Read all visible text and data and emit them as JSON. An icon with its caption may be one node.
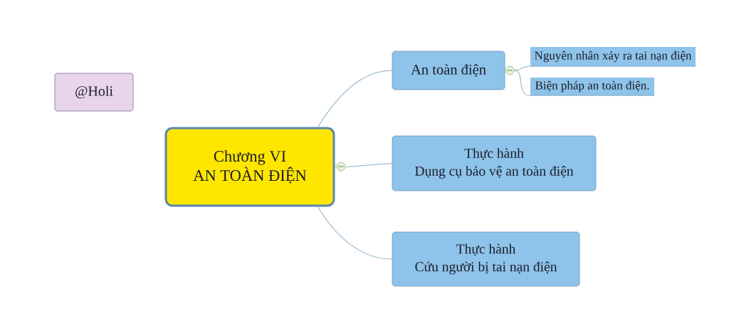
{
  "diagram": {
    "nodes": [
      {
        "text": [
          "@Holi"
        ]
      },
      {
        "text": [
          "Chương VI",
          "AN TOÀN ĐIỆN"
        ]
      },
      {
        "text": [
          "An toàn điện"
        ]
      },
      {
        "text": [
          "Nguyên nhân xảy ra tai nạn điện"
        ]
      },
      {
        "text": [
          "Biện pháp an toàn điện."
        ]
      },
      {
        "text": [
          "Thực hành",
          "Dụng cụ bảo vệ an toàn điện"
        ]
      },
      {
        "text": [
          "Thực hành",
          "Cứu người bị tai nạn điện"
        ]
      }
    ],
    "edges": [
      {
        "from": 1,
        "to": 2,
        "arrow": "none"
      },
      {
        "from": 1,
        "to": 5,
        "arrow": "none"
      },
      {
        "from": 1,
        "to": 6,
        "arrow": "none"
      },
      {
        "from": 2,
        "to": 3,
        "arrow": "none"
      },
      {
        "from": 2,
        "to": 4,
        "arrow": "none"
      }
    ]
  }
}
